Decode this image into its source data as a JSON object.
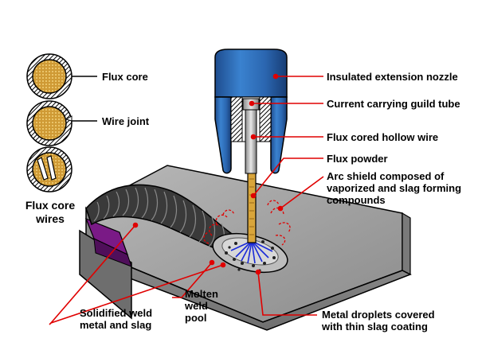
{
  "labels": {
    "flux_core": "Flux core",
    "wire_joint": "Wire joint",
    "flux_core_wires_1": "Flux core",
    "flux_core_wires_2": "wires",
    "insulated_nozzle": "Insulated extension nozzle",
    "current_tube": "Current carrying guild tube",
    "flux_cored_wire": "Flux cored hollow wire",
    "flux_powder": "Flux powder",
    "arc_shield_1": "Arc shield composed of",
    "arc_shield_2": "vaporized and slag forming",
    "arc_shield_3": "compounds",
    "solidified_1": "Solidified weld",
    "solidified_2": "metal and slag",
    "molten_1": "Molten",
    "molten_2": "weld",
    "molten_3": "pool",
    "droplets_1": "Metal droplets covered",
    "droplets_2": "with thin slag coating"
  },
  "colors": {
    "leader_line": "#e00000",
    "nozzle_blue": "#2f6db5",
    "workpiece_gray": "#9a9a9a",
    "weld_bead": "#3a3a3a",
    "flux_gold": "#d9a53a",
    "purple_side": "#7a1a86",
    "arc_blue": "#1a2ad8"
  }
}
